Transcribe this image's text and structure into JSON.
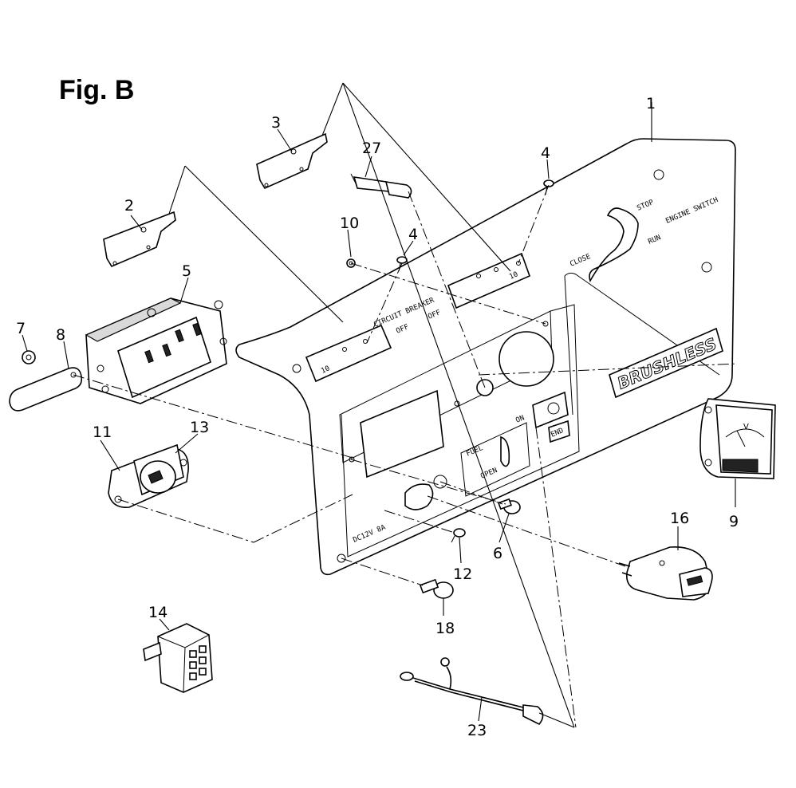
{
  "figure": {
    "title": "Fig. B"
  },
  "panel_labels": {
    "circuit_breaker": "CIRCUIT BREAKER",
    "off_left": "OFF",
    "off_right": "OFF",
    "stop": "STOP",
    "engine_switch": "ENGINE SWITCH",
    "run": "RUN",
    "close": "CLOSE",
    "fuel": "FUEL",
    "open": "OPEN",
    "on_small": "ON",
    "end": "END",
    "dc_label": "DC12V 8A",
    "brushless": "BRUSHLESS",
    "breaker_left_rating": "10",
    "breaker_right_rating": "10",
    "meter_unit": "V"
  },
  "callouts": {
    "c1": "1",
    "c2": "2",
    "c3": "3",
    "c4a": "4",
    "c4b": "4",
    "c5": "5",
    "c6": "6",
    "c7": "7",
    "c8": "8",
    "c9": "9",
    "c10": "10",
    "c11": "11",
    "c12": "12",
    "c13": "13",
    "c14": "14",
    "c16": "16",
    "c18": "18",
    "c23": "23",
    "c27": "27"
  }
}
